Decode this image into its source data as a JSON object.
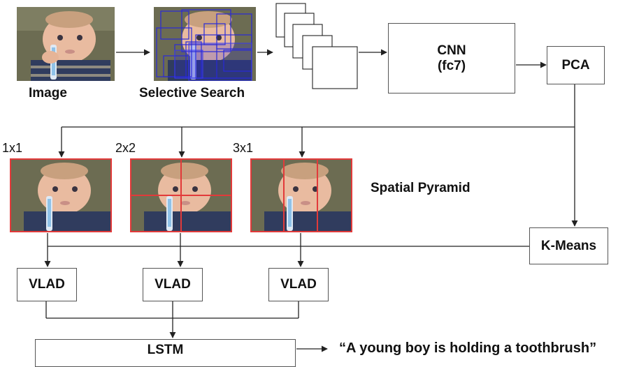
{
  "pipeline": {
    "image_label": "Image",
    "selective_search_label": "Selective Search",
    "cnn_line1": "CNN",
    "cnn_line2": "(fc7)",
    "pca_label": "PCA",
    "kmeans_label": "K-Means",
    "spatial_pyramid_label": "Spatial Pyramid",
    "lstm_label": "LSTM",
    "caption": "“A young boy is holding a toothbrush”"
  },
  "pyramid": [
    {
      "grid_label": "1x1"
    },
    {
      "grid_label": "2x2"
    },
    {
      "grid_label": "3x1"
    }
  ],
  "vlad_label": "VLAD",
  "colors": {
    "pyramid_border": "#e23a3a",
    "selective_search_boxes": "#2a2ad8",
    "lines": "#222222"
  }
}
